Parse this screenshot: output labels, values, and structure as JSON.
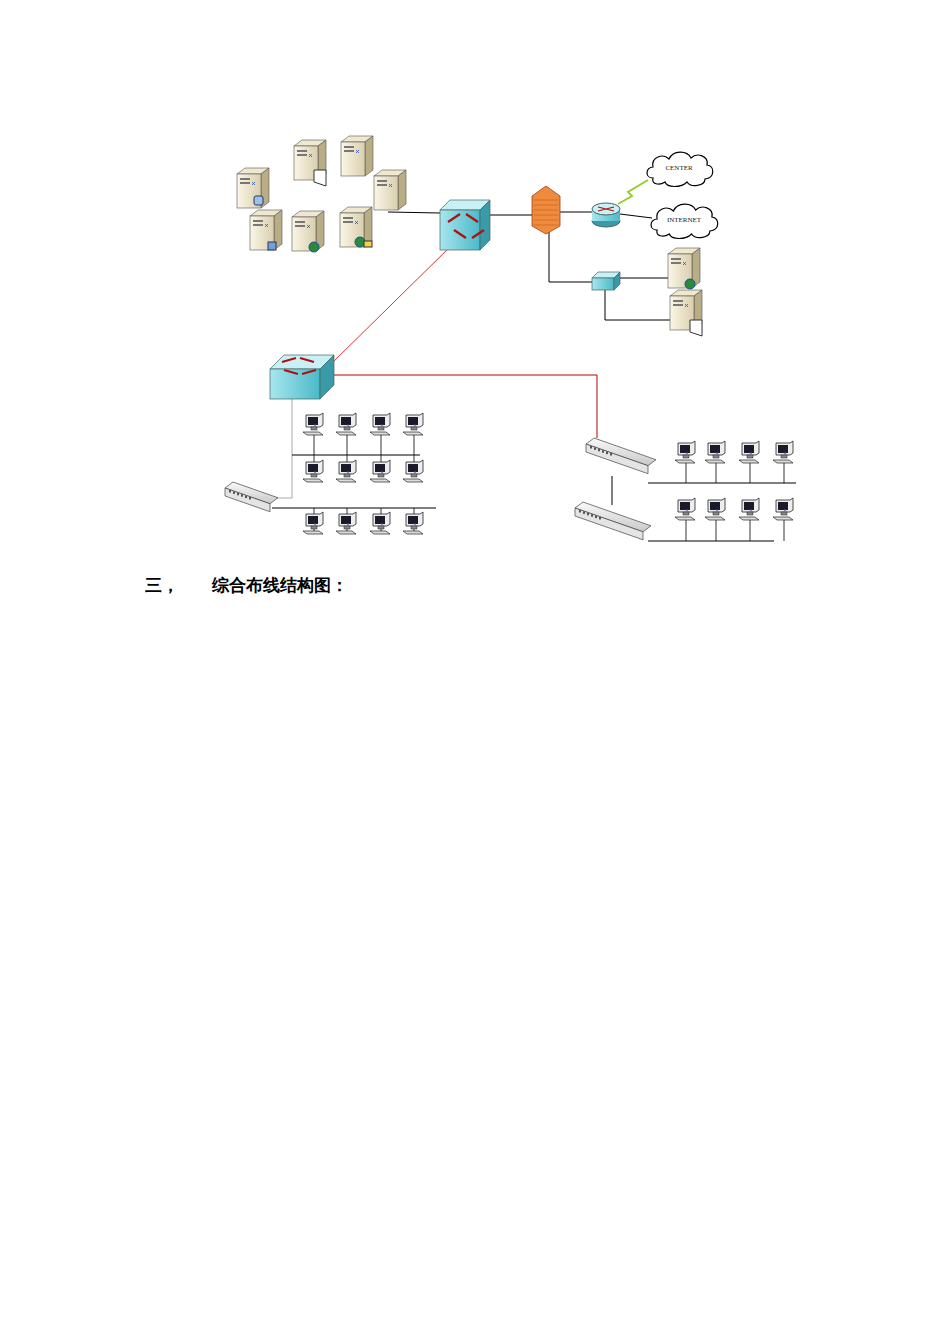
{
  "diagram": {
    "nodes": [
      {
        "text": [
          "CENTER"
        ]
      },
      {
        "text": [
          "INTERNET"
        ]
      }
    ],
    "labels": [
      "三，",
      "综合布线结构图："
    ]
  }
}
